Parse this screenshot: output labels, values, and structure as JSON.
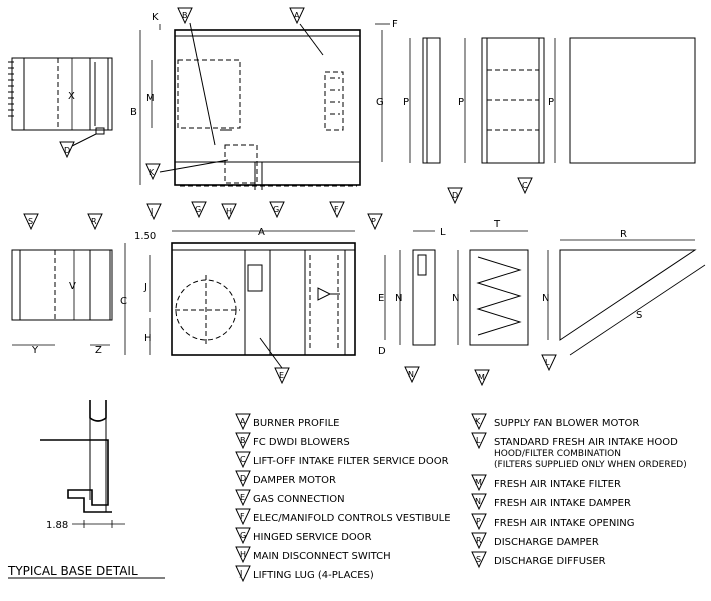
{
  "dimensions": {
    "K": "K",
    "F": "F",
    "B": "B",
    "M": "M",
    "G": "G",
    "X": "X",
    "P1": "P",
    "P2": "P",
    "P3": "P",
    "A": "A",
    "C": "C",
    "J": "J",
    "H": "H",
    "E": "E",
    "D": "D",
    "V": "V",
    "Y": "Y",
    "Z": "Z",
    "L": "L",
    "T": "T",
    "R": "R",
    "N1": "N",
    "N2": "N",
    "N3": "N",
    "S": "S",
    "width_150": "1.50",
    "width_188": "1.88"
  },
  "callouts": {
    "A": "A",
    "B": "B",
    "C": "C",
    "D": "D",
    "E": "E",
    "F": "F",
    "G": "G",
    "H": "H",
    "J": "J",
    "K": "K",
    "L": "L",
    "M": "M",
    "N": "N",
    "P": "P",
    "R": "R",
    "S": "S"
  },
  "detail_title": "TYPICAL BASE DETAIL",
  "legend": [
    {
      "key": "A",
      "text": "BURNER PROFILE"
    },
    {
      "key": "B",
      "text": "FC DWDI BLOWERS"
    },
    {
      "key": "C",
      "text": "LIFT-OFF INTAKE FILTER SERVICE DOOR"
    },
    {
      "key": "D",
      "text": "DAMPER MOTOR"
    },
    {
      "key": "E",
      "text": "GAS CONNECTION"
    },
    {
      "key": "F",
      "text": "ELEC/MANIFOLD CONTROLS VESTIBULE"
    },
    {
      "key": "G",
      "text": "HINGED SERVICE DOOR"
    },
    {
      "key": "H",
      "text": "MAIN DISCONNECT SWITCH"
    },
    {
      "key": "J",
      "text": "LIFTING LUG (4-PLACES)"
    },
    {
      "key": "K",
      "text": "SUPPLY FAN BLOWER MOTOR"
    },
    {
      "key": "L",
      "text": "STANDARD FRESH AIR INTAKE HOOD",
      "sub1": "HOOD/FILTER COMBINATION",
      "sub2": "(FILTERS SUPPLIED ONLY WHEN ORDERED)"
    },
    {
      "key": "M",
      "text": "FRESH AIR INTAKE FILTER"
    },
    {
      "key": "N",
      "text": "FRESH AIR INTAKE DAMPER"
    },
    {
      "key": "P",
      "text": "FRESH AIR INTAKE OPENING"
    },
    {
      "key": "R",
      "text": "DISCHARGE DAMPER"
    },
    {
      "key": "S",
      "text": "DISCHARGE DIFFUSER"
    }
  ]
}
